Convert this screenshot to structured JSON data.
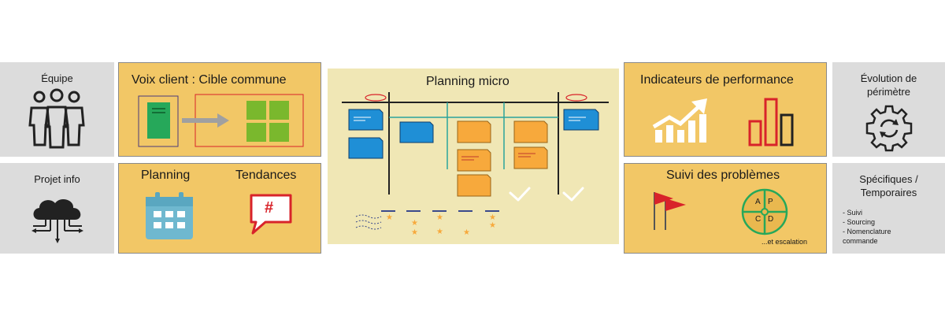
{
  "left": {
    "equipe": "Équipe",
    "projet_info": "Projet info"
  },
  "voix_client": {
    "title": "Voix client : Cible commune"
  },
  "planning_tendances": {
    "planning": "Planning",
    "tendances": "Tendances",
    "hashtag": "#"
  },
  "center": {
    "title": "Planning micro"
  },
  "indicateurs": {
    "title": "Indicateurs de performance"
  },
  "problemes": {
    "title": "Suivi des problèmes",
    "pdca": [
      "A",
      "P",
      "C",
      "D"
    ],
    "escalation": "...et escalation"
  },
  "right": {
    "evolution_line1": "Évolution de",
    "evolution_line2": "périmètre",
    "specifiques_line1": "Spécifiques /",
    "specifiques_line2": "Temporaires",
    "bullets": [
      "- Suivi",
      "- Sourcing",
      "- Nomenclature",
      "commande"
    ]
  },
  "colors": {
    "gold": "#f2c766",
    "grey": "#dcdcdc",
    "center_bg": "#f0e7b5",
    "blue_note": "#1f8fd6",
    "orange_note": "#f7a93c",
    "green": "#7ab82d",
    "red": "#d8232a",
    "teal": "#2aa49b"
  }
}
